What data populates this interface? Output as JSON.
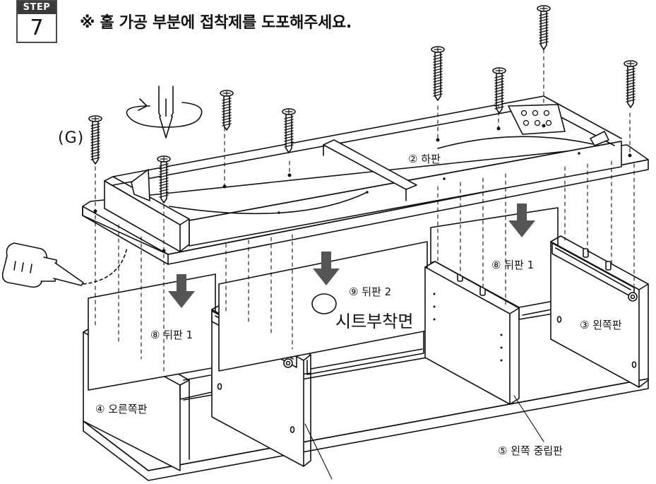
{
  "step": {
    "label": "STEP",
    "number": "7"
  },
  "instruction": "※ 홀 가공 부분에 접착제를 도포해주세요.",
  "labels": {
    "hardware": "(G)",
    "bottom_panel": "② 하판",
    "left_panel": "③ 왼쪽판",
    "right_panel": "④ 오른쪽판",
    "left_center_panel": "⑤ 왼쪽 중립판",
    "back_panel_1a": "⑧ 뒤판 1",
    "back_panel_1b": "⑧ 뒤판 1",
    "back_panel_2": "⑨ 뒤판 2",
    "sheet_side": "시트부착면"
  },
  "colors": {
    "line": "#111111",
    "arrow": "#555555",
    "step_bg": "#3a3a3a"
  }
}
